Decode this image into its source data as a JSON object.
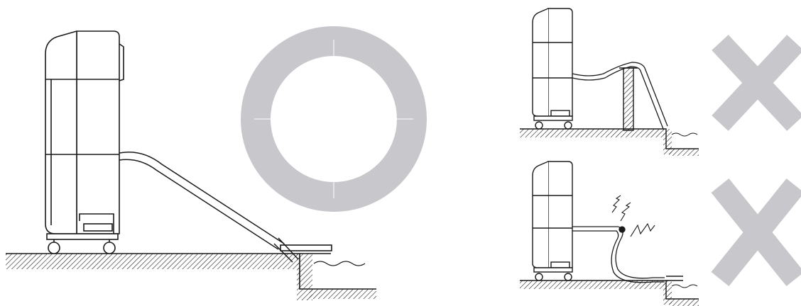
{
  "diagram": {
    "panels": [
      {
        "id": "main",
        "verdict": "correct",
        "symbol": "circle-icon",
        "description_shown": ""
      },
      {
        "id": "top-right",
        "verdict": "incorrect",
        "symbol": "cross-icon"
      },
      {
        "id": "bottom-right",
        "verdict": "incorrect",
        "symbol": "cross-icon"
      }
    ],
    "colors": {
      "line": "#1a1a1a",
      "symbol": "#c8c8cc",
      "background": "#ffffff"
    }
  }
}
